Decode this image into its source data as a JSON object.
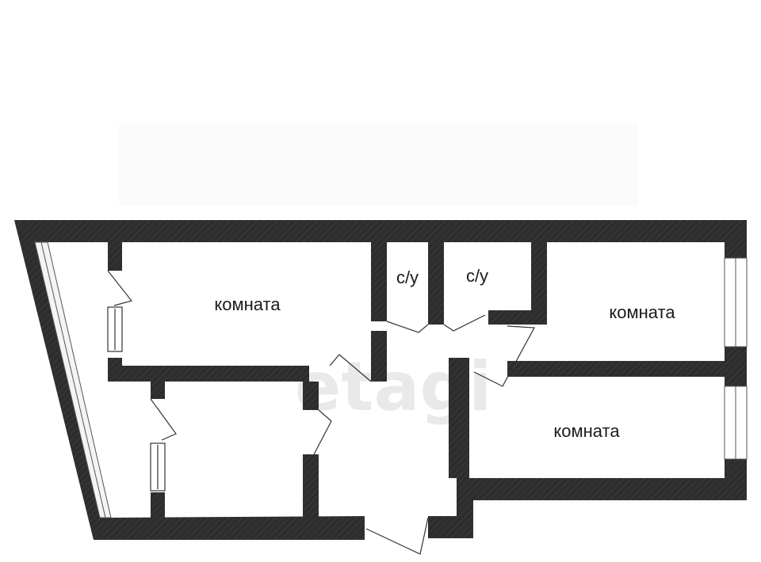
{
  "plan": {
    "colors": {
      "wall": "#2d2d2d",
      "background": "#ffffff",
      "glass": "#f4f4f4",
      "watermark": "#e9e9e9"
    },
    "watermark": "etagi",
    "labels": {
      "room_top_left": "комната",
      "bath_1": "с/у",
      "bath_2": "с/у",
      "room_top_right": "комната",
      "room_bottom_right": "комната"
    }
  }
}
